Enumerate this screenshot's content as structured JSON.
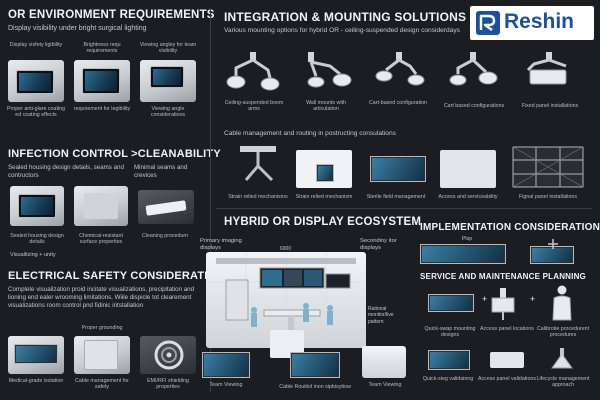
{
  "logo": {
    "text": "Reshin"
  },
  "or_env": {
    "title": "OR ENVIRONMENT REQUIREMENTS",
    "subtitle": "Display visibility under bright surgical lighting",
    "top_labels": [
      "Display visfety ligibility",
      "Brightness requ requirements",
      "Viewing angley for team visibility"
    ],
    "bottom_labels": [
      "Proper anti-glare coating ed coating effects",
      "requirement for legibility",
      "Viewing angle considerations"
    ]
  },
  "infection": {
    "title": "INFECTION CONTROL >CLEANABILITY",
    "desc_left": "Sealed housing design details, seams and contructors",
    "desc_right": "Minimal seams and crevices",
    "labels": [
      "Sealed housing design details",
      "Chemical-resistant surface properties",
      "Cleaning procedurn"
    ],
    "footnote": "Visualitzing + unity"
  },
  "electrical": {
    "title": "ELECTRICAL SAFETY CONSIDERATIONS",
    "desc": "Complete visualization proid incitate visualizations, precipitation and lioning end ealer wrooming limitations, Wiile  dispicle tot clearement visualizations room control pnd fidinic intstallation",
    "grounding_label": "Proper grounding",
    "labels": [
      "Medical-grade isolation",
      "Cable management for safety",
      "EMI/RFI shielding properties"
    ]
  },
  "integration": {
    "title": "INTEGRATION & MOUNTING SOLUTIONS",
    "subtitle": "Various mounting options for hybrid OR - ceiling-suspended design considerdays",
    "mount_labels": [
      "Ceiling-suspended boom arms",
      "Wall mounts with articulation",
      "Cart-based configuration",
      "Cart based configurations",
      "Fixed panel installations"
    ],
    "cable_title": "Cable management and routing in postructing consulations",
    "cable_labels": [
      "Strain relied mechanisms",
      "Strain relied mechanism",
      "Sterile field management",
      "Access and serviceability",
      "Fignal panel installations"
    ]
  },
  "hybrid": {
    "title": "HYBRID OR DISPLAY ECOSYSTEM",
    "callout_primary": "Primary imaging displays",
    "callout_secondary": "Secondiny itor displays",
    "callout_panel": "Rational monitor/live pattern",
    "callout_measure": "6900",
    "bottom_labels": [
      "Team Viewing",
      "Cable Rouitiol inon sipbisytiow",
      "Team Viewing"
    ]
  },
  "implementation": {
    "title": "IMPLEMENTATION CONSIDERATIONS",
    "dim_label": "Plop",
    "service_title": "SERVICE AND MAINTENANCE PLANNING",
    "labels_row1": [
      "Quick-swap mounting designs",
      "Access panel locations",
      "Calibrotie procedurent procedures"
    ],
    "labels_row2": [
      "Quick-sieg validainng",
      "Access panel validations",
      "Lifecycle management approach"
    ]
  }
}
